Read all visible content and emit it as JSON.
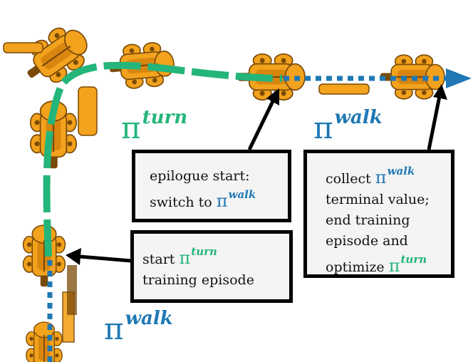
{
  "colors": {
    "turn": "#24b57a",
    "walk": "#1f78b4",
    "robot_body": "#f2a21c",
    "robot_dark": "#7a4a08",
    "arrow": "#000000",
    "box_fill": "#f4f4f4"
  },
  "icons": {
    "robot": "quadruped-robot-icon"
  },
  "labels": {
    "pi_symbol": "π",
    "turn_sup": "turn",
    "walk_sup": "walk"
  },
  "callouts": {
    "epilogue": {
      "line1": "epilogue start:",
      "line2_prefix": "switch to "
    },
    "collect": {
      "line1_prefix": "collect ",
      "line2": "terminal value;",
      "line3": "end training",
      "line4": "episode and",
      "line5_prefix": "optimize "
    },
    "start": {
      "line1_prefix": "start ",
      "line2": "training episode"
    }
  }
}
